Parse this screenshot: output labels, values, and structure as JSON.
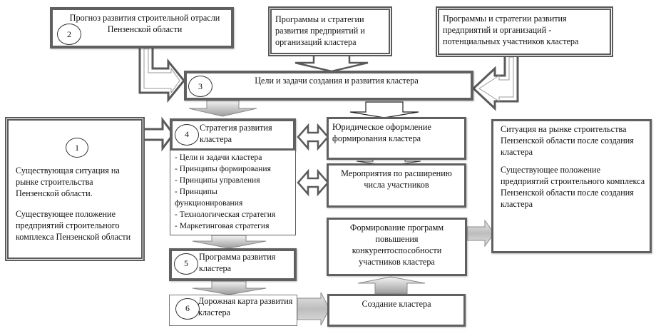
{
  "diagram": {
    "title": "Cluster creation and development scheme",
    "blocks": {
      "forecast": {
        "number": "2",
        "text": "Прогноз развития строительной отрасли Пензенской области",
        "lines": [
          "Прогноз развития строительной отрасли",
          "Пензенской области"
        ]
      },
      "enterprise_programs": {
        "lines": [
          "Программы и стратегии",
          "развития  предприятий и",
          "организаций кластера"
        ]
      },
      "potential_programs": {
        "lines": [
          "Программы и стратегии развития",
          "предприятий и организаций -",
          "потенциальных участников кластера"
        ]
      },
      "goals": {
        "number": "3",
        "text": "Цели и задачи создания и развития кластера"
      },
      "current_situation": {
        "number": "1",
        "paragraph1": [
          "Существующая ситуация на",
          "рынке строительства",
          "Пензенской области."
        ],
        "paragraph2": [
          "Существующее положение",
          "предприятий строительного",
          "комплекса Пензенской области"
        ]
      },
      "strategy": {
        "number": "4",
        "lines": [
          "Стратегия развития",
          "кластера"
        ],
        "items": [
          "- Цели и задачи кластера",
          "- Принципы формирования",
          "- Принципы управления",
          "- Принципы",
          "функционирования",
          "- Технологическая стратегия",
          "- Маркетинговая стратегия"
        ]
      },
      "legal": {
        "lines": [
          "Юридическое оформление",
          "формирования кластера"
        ]
      },
      "expansion": {
        "lines": [
          "Мероприятия по расширению",
          "числа участников"
        ]
      },
      "competitiveness": {
        "lines": [
          "Формирование программ",
          "повышения",
          "конкурентоспособности",
          "участников кластера"
        ]
      },
      "program": {
        "number": "5",
        "lines": [
          "Программа развития",
          "кластера"
        ]
      },
      "roadmap": {
        "number": "6",
        "lines": [
          "Дорожная карта развития",
          "кластера"
        ]
      },
      "creation": {
        "text": "Создание кластера"
      },
      "result": {
        "paragraph1": [
          "Ситуация на рынке строительства",
          "Пензенской области после создания",
          "кластера"
        ],
        "paragraph2": [
          "Существующее положение",
          "предприятий строительного комплекса",
          "Пензенской области после создания",
          "кластера"
        ]
      }
    },
    "colors": {
      "border": "#606060",
      "arrow_fill_light": "#ffffff",
      "arrow_fill_gradient_top": "#f2f2f2",
      "arrow_fill_gradient_bottom": "#9a9a9a"
    }
  }
}
